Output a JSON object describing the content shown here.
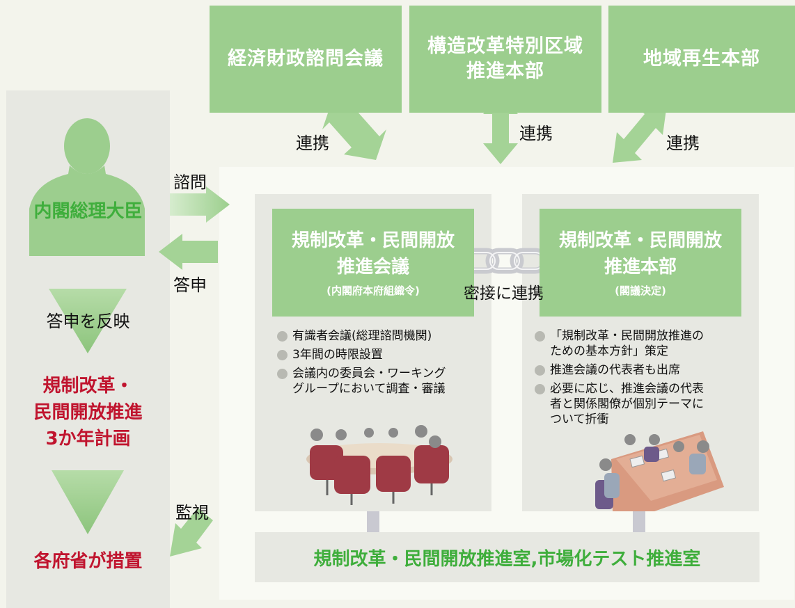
{
  "top_boxes": [
    "経済財政諮問会議",
    "構造改革特別区域\n推進本部",
    "地域再生本部"
  ],
  "renkei_labels": [
    "連携",
    "連携",
    "連携"
  ],
  "left_panel": {
    "pm": "内閣総理大臣",
    "reflect": "答申を反映",
    "plan": "規制改革・\n民間開放推進\n3か年計画",
    "ministries": "各府省が措置"
  },
  "arrows": {
    "shimon": "諮問",
    "toshin": "答申",
    "kanshi": "監視"
  },
  "council": {
    "title": "規制改革・民間開放\n推進会議",
    "sub": "(内閣府本府組織令)"
  },
  "honbu": {
    "title": "規制改革・民間開放\n推進本部",
    "sub": "(閣議決定)"
  },
  "link": "密接に連携",
  "council_points": [
    "有識者会議(総理諮問機関)",
    "3年間の時限設置",
    "会議内の委員会・ワーキング\nグループにおいて調査・審議"
  ],
  "honbu_points": [
    "「規制改革・民間開放推進の\nための基本方針」策定",
    "推進会議の代表者も出席",
    "必要に応じ、推進会議の代表\n者と関係閣僚が個別テーマに\nついて折衝"
  ],
  "office": "規制改革・民間開放推進室,市場化テスト推進室",
  "colors": {
    "green": "#9cce8e",
    "green_text": "#3fae3c",
    "red_text": "#c0142e",
    "gray": "#e7e8e2"
  }
}
